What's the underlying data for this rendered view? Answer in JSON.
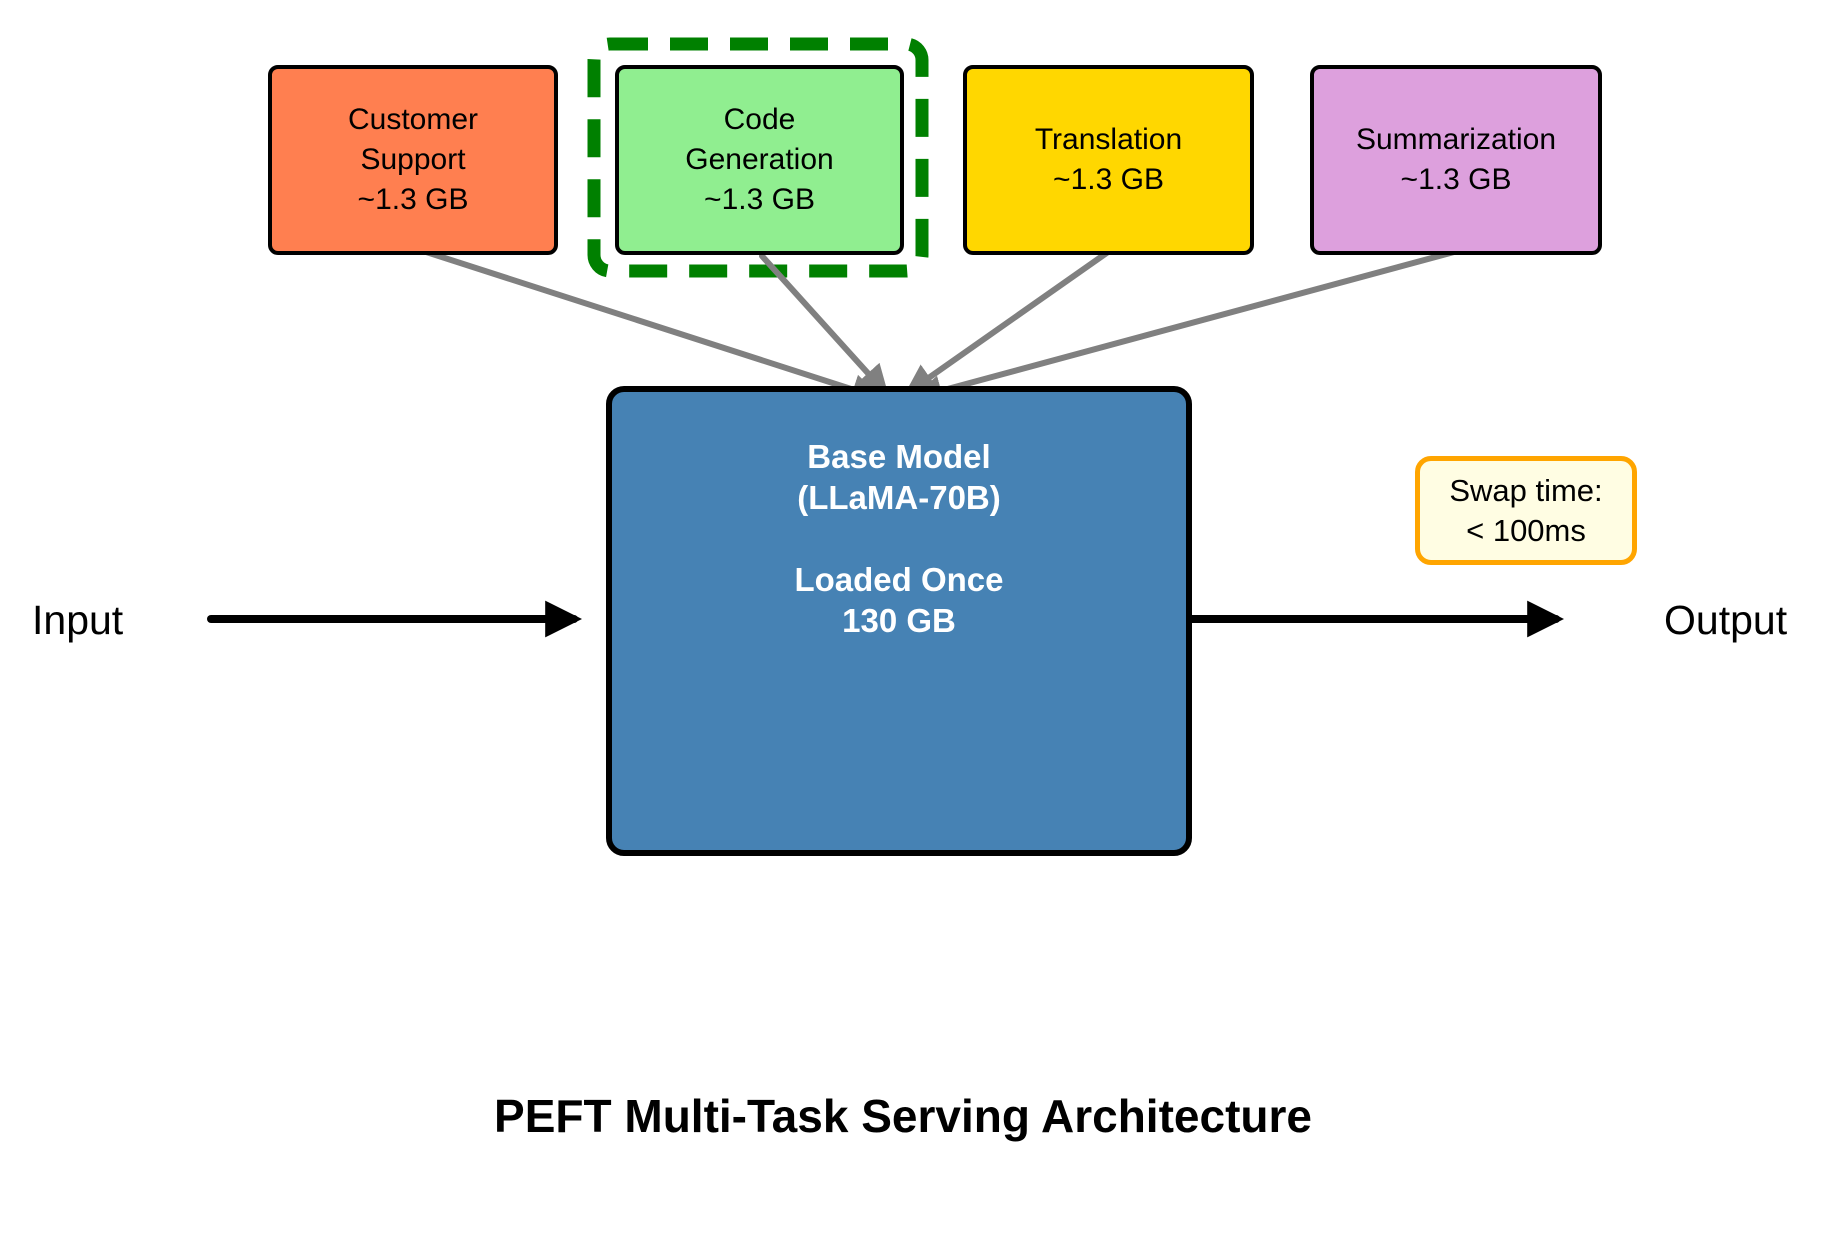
{
  "diagram": {
    "title": "PEFT Multi-Task Serving Architecture",
    "input_label": "Input",
    "output_label": "Output",
    "adapters": [
      {
        "id": "customer-support",
        "lines": [
          "Customer",
          "Support",
          "~1.3 GB"
        ],
        "fill": "#FF7F50",
        "highlighted": false
      },
      {
        "id": "code-generation",
        "lines": [
          "Code",
          "Generation",
          "~1.3 GB"
        ],
        "fill": "#90EE90",
        "highlighted": true
      },
      {
        "id": "translation",
        "lines": [
          "Translation",
          "~1.3 GB"
        ],
        "fill": "#FFD700",
        "highlighted": false
      },
      {
        "id": "summarization",
        "lines": [
          "Summarization",
          "~1.3 GB"
        ],
        "fill": "#DDA0DD",
        "highlighted": false
      }
    ],
    "base_model": {
      "lines": [
        "Base Model",
        "(LLaMA-70B)",
        "",
        "Loaded Once",
        "130 GB"
      ],
      "fill": "#4682B4",
      "text_color": "#FFFFFF"
    },
    "swap_badge": {
      "lines": [
        "Swap time:",
        "< 100ms"
      ],
      "fill": "#FFFDE3",
      "border": "#FFA500"
    },
    "colors": {
      "highlight_dash": "#008000",
      "adapter_arrow": "#808080",
      "io_arrow": "#000000",
      "box_border": "#000000",
      "background": "#FFFFFF"
    }
  }
}
